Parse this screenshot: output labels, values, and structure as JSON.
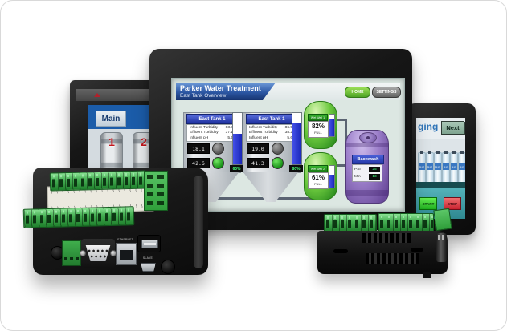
{
  "scene": {
    "background": "#ffffff",
    "card_border": "#d9d9d9"
  },
  "main_hmi": {
    "header": {
      "title": "Parker Water Treatment",
      "subtitle": "East Tank Overview",
      "home": "HOME",
      "settings": "SETTINGS",
      "header_blue": "#2c57a4",
      "home_green": "#4fa426"
    },
    "tanks": [
      {
        "title": "East Tank 1",
        "rows": [
          [
            "Influent Turbidity",
            "83.8"
          ],
          [
            "Effluent Turbidity",
            "37.1"
          ],
          [
            "Influent pH",
            "5.5"
          ]
        ],
        "readout_top": "18.1",
        "readout_bottom": "42.6",
        "bar_label": "60%",
        "bar_fill_pct": 60
      },
      {
        "title": "East Tank 1",
        "rows": [
          [
            "Influent Turbidity",
            "86.5"
          ],
          [
            "Effluent Turbidity",
            "38.2"
          ],
          [
            "Influent pH",
            "5.6"
          ]
        ],
        "readout_top": "19.0",
        "readout_bottom": "41.3",
        "bar_label": "80%",
        "bar_fill_pct": 80
      }
    ],
    "wet_wells": [
      {
        "name": "Wet Well 1",
        "percent": "82%",
        "status": "FULL",
        "fill_pct": 82
      },
      {
        "name": "Wet Well 2",
        "percent": "61%",
        "status": "FULL",
        "fill_pct": 61
      }
    ],
    "backwash": {
      "title": "Backwash",
      "rows": [
        [
          "PSI",
          "25"
        ],
        [
          "Min",
          "13"
        ]
      ],
      "tank_purple": "#6a4a9b"
    }
  },
  "left_hmi": {
    "tab": "Main",
    "tank1": "1",
    "tank2": "2"
  },
  "right_hmi": {
    "title_fragment": "ging",
    "next": "Next",
    "bottle": "H₂O",
    "start": "START",
    "stop": "STOP"
  },
  "rear_hmi": {
    "ethernet_label": "ETHERNET",
    "slave_label": "SLAVE"
  }
}
